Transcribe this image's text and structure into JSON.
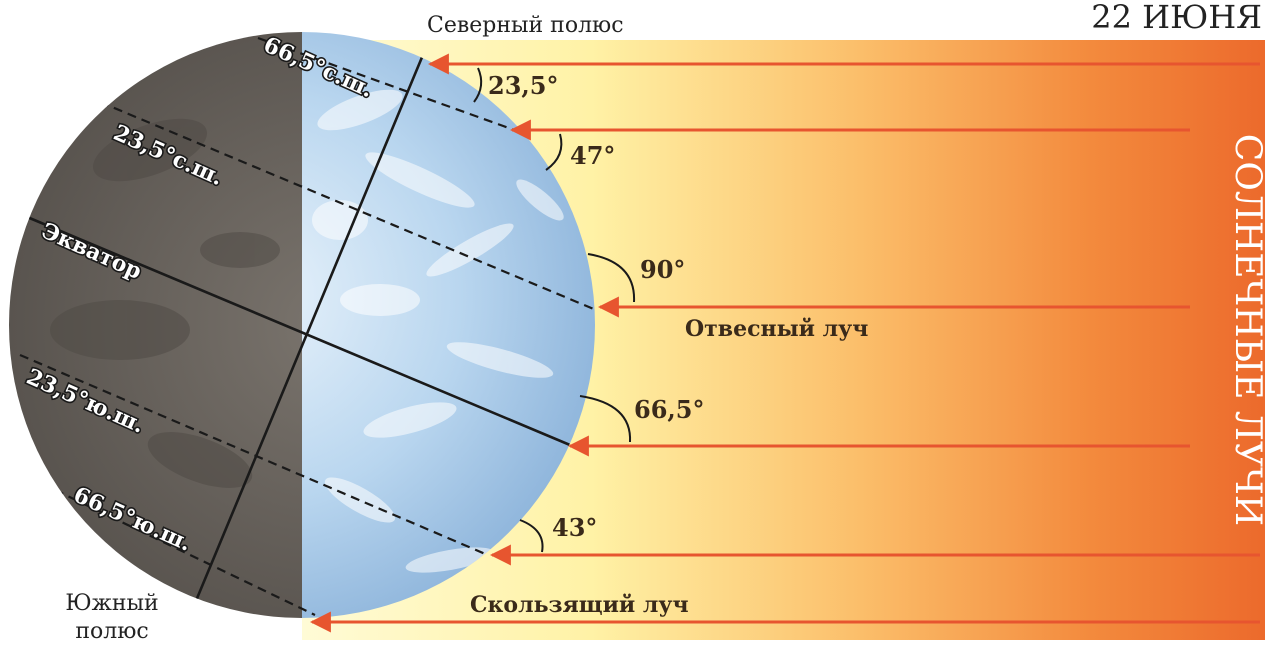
{
  "title": "22 ИЮНЯ",
  "side_label": "СОЛНЕЧНЫЕ ЛУЧИ",
  "poles": {
    "north": "Северный полюс",
    "south_line1": "Южный",
    "south_line2": "полюс"
  },
  "latitudes": {
    "north_polar": "66,5°с.ш.",
    "north_tropic": "23,5°с.ш.",
    "equator": "Экватор",
    "south_tropic": "23,5°ю.ш.",
    "south_polar": "66,5°ю.ш."
  },
  "angles": {
    "a1": "23,5°",
    "a2": "47°",
    "a3": "90°",
    "a4": "66,5°",
    "a5": "43°"
  },
  "ray_labels": {
    "vertical": "Отвесный луч",
    "grazing": "Скользящий луч"
  },
  "colors": {
    "ray": "#e7552f",
    "night": "#6b6560",
    "day": "#bcd7ef",
    "sun_gradient_start": "#fffbd6",
    "sun_gradient_end": "#ec6a2c"
  }
}
